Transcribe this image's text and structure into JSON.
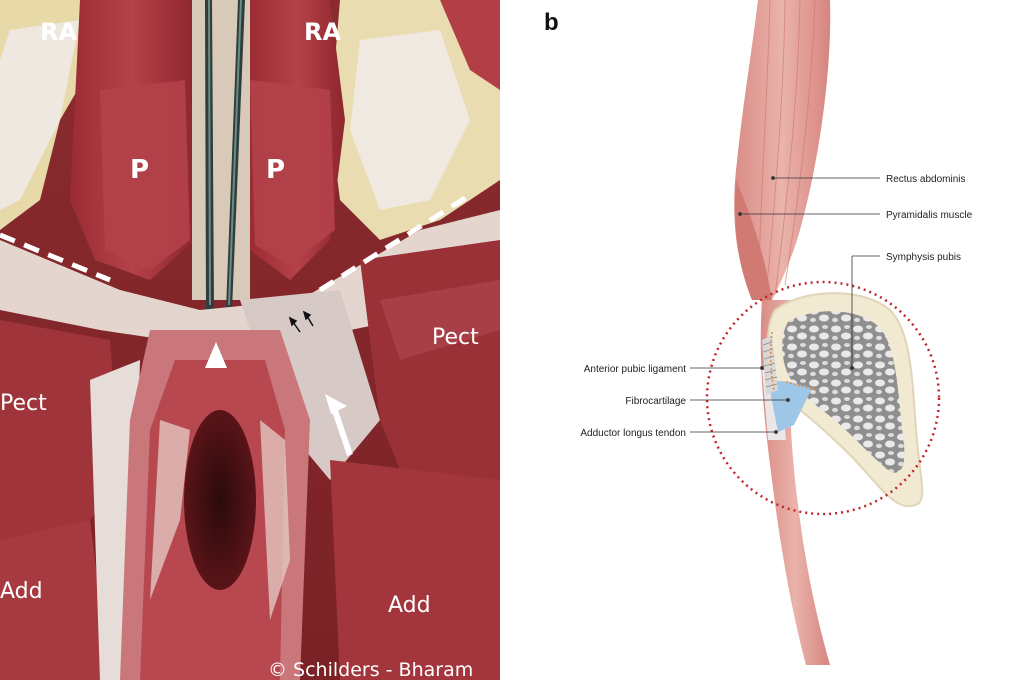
{
  "panel_a": {
    "labels": {
      "ra_left": "RA",
      "ra_right": "RA",
      "p_left": "P",
      "p_right": "P",
      "pect_left": "Pect",
      "pect_right": "Pect",
      "add_left": "Add",
      "add_right": "Add"
    },
    "copyright": "© Schilders - Bharam"
  },
  "panel_b": {
    "letter": "b",
    "labels": {
      "rectus": "Rectus abdominis",
      "pyramidalis": "Pyramidalis muscle",
      "symphysis": "Symphysis pubis",
      "anterior_ligament": "Anterior pubic ligament",
      "fibrocartilage": "Fibrocartilage",
      "adductor": "Adductor longus tendon"
    }
  },
  "colors": {
    "muscle_red": "#a8323a",
    "fascia_white": "#e8dfd6",
    "fat_yellow": "#e6d58a",
    "illus_muscle": "#e3a39a",
    "bone_cream": "#f1e9d2",
    "cartilage_blue": "#9ec6e6",
    "circle_red": "#c0262a"
  }
}
